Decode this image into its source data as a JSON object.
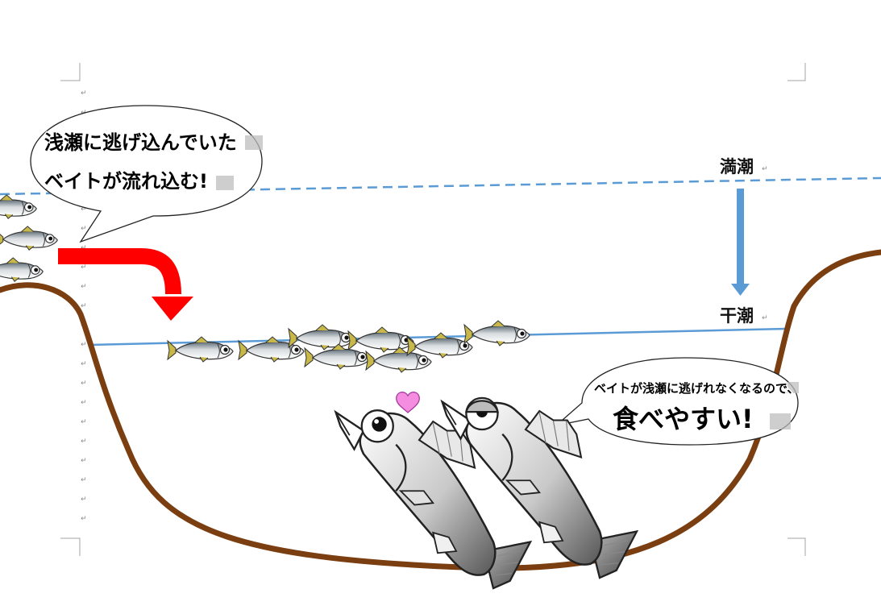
{
  "colors": {
    "bank": "#7a3e10",
    "water_line": "#5b9bd5",
    "arrow_red": "#ff0000",
    "arrow_blue": "#5b9bd5",
    "heart": "#f48ce0",
    "page_corner": "#a6a6a6"
  },
  "bubble_left": {
    "line1": "浅瀬に逃げ込んでいた",
    "line2": "ベイトが流れ込む!"
  },
  "bubble_right": {
    "line1": "ベイトが浅瀬に逃げれなくなるので、",
    "line2": "食べやすい!"
  },
  "tide": {
    "high_label": "満潮",
    "low_label": "干潮"
  },
  "paragraph_mark": "↵",
  "icons": {
    "baitfish": "sardine-icon",
    "predator": "rockfish-icon",
    "heart": "heart-icon",
    "bubble": "speech-bubble"
  }
}
